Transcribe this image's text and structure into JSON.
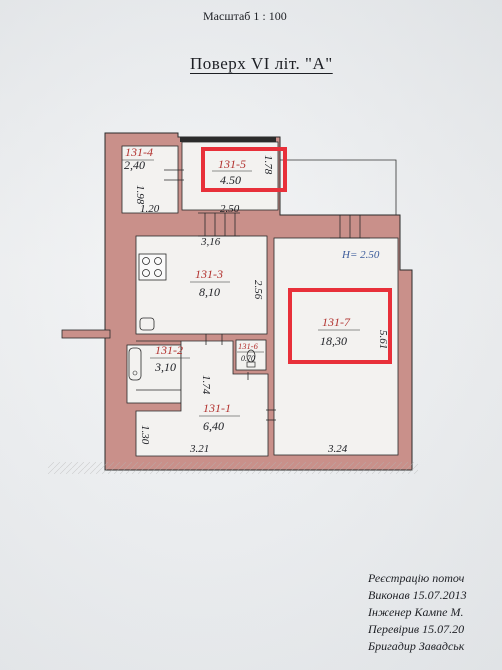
{
  "header": {
    "scale": "Масштаб 1 : 100",
    "title": "Поверх  VI  літ. \"А\""
  },
  "plan": {
    "wall_color": "#c9908a",
    "highlight_color": "#e8303a",
    "height_label": "H= 2.50",
    "rooms": [
      {
        "id": "131-4",
        "area": "2,40"
      },
      {
        "id": "131-5",
        "area": "4.50"
      },
      {
        "id": "131-3",
        "area": "8,10"
      },
      {
        "id": "131-7",
        "area": "18,30"
      },
      {
        "id": "131-2",
        "area": "3,10"
      },
      {
        "id": "131-6",
        "area": "0.70"
      },
      {
        "id": "131-1",
        "area": "6,40"
      }
    ],
    "dimensions": [
      "1.98",
      "1.78",
      "1.20",
      "2.50",
      "3,16",
      "2.56",
      "5.61",
      "1.74",
      "1.30",
      "3.21",
      "3.24"
    ]
  },
  "footer": {
    "lines": [
      "Реєстрацію поточ",
      "Виконав 15.07.2013",
      "Інженер Кампе М.",
      "Перевірив 15.07.20",
      "Бригадир Завадськ"
    ]
  }
}
